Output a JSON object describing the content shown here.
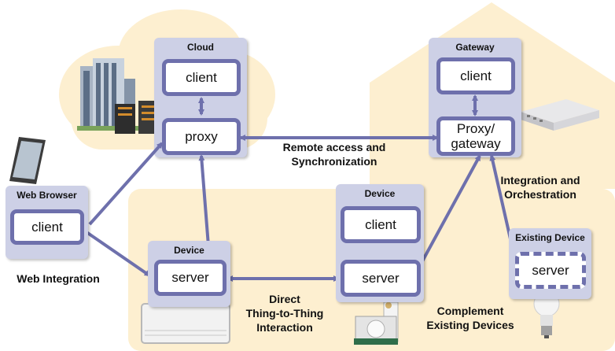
{
  "colors": {
    "accent": "#6e70ac",
    "panel": "#cdd0e6",
    "background_shape": "#fdefd0"
  },
  "panels": {
    "cloud": {
      "title": "Cloud",
      "nodes": [
        "client",
        "proxy"
      ]
    },
    "gateway": {
      "title": "Gateway",
      "nodes": [
        "client",
        "Proxy/\ngateway"
      ]
    },
    "web_browser": {
      "title": "Web Browser",
      "nodes": [
        "client"
      ]
    },
    "device_left": {
      "title": "Device",
      "nodes": [
        "server"
      ]
    },
    "device_center": {
      "title": "Device",
      "nodes": [
        "client",
        "server"
      ]
    },
    "existing_device": {
      "title": "Existing Device",
      "nodes": [
        "server"
      ]
    }
  },
  "labels": {
    "remote_access": "Remote access and\nSynchronization",
    "integration": "Integration and\nOrchestration",
    "web_integration": "Web Integration",
    "direct": "Direct\nThing-to-Thing\nInteraction",
    "complement": "Complement\nExisting Devices"
  },
  "icons": [
    "office-building-icon",
    "server-rack-icon",
    "tablet-icon",
    "router-icon",
    "air-conditioner-icon",
    "motion-sensor-icon",
    "light-bulb-icon"
  ]
}
